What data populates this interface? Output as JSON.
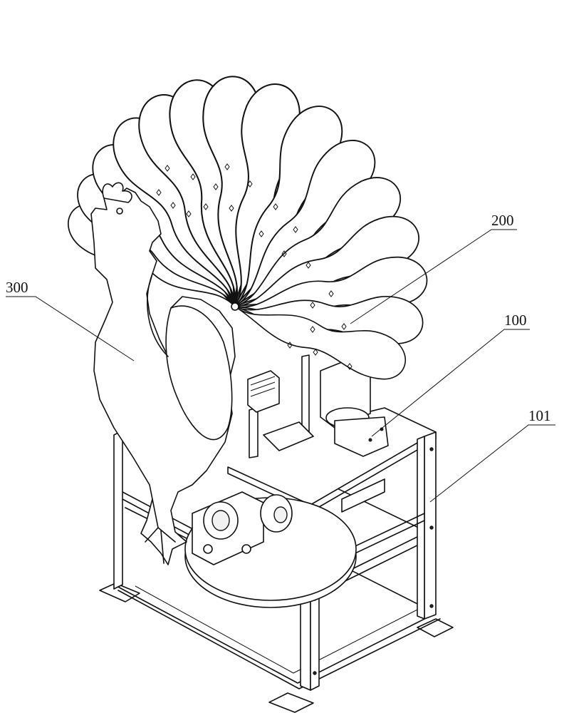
{
  "figure": {
    "callouts": [
      {
        "id": "rooster",
        "label": "300"
      },
      {
        "id": "tail-feathers",
        "label": "200"
      },
      {
        "id": "drive-unit",
        "label": "100"
      },
      {
        "id": "frame",
        "label": "101"
      }
    ]
  }
}
